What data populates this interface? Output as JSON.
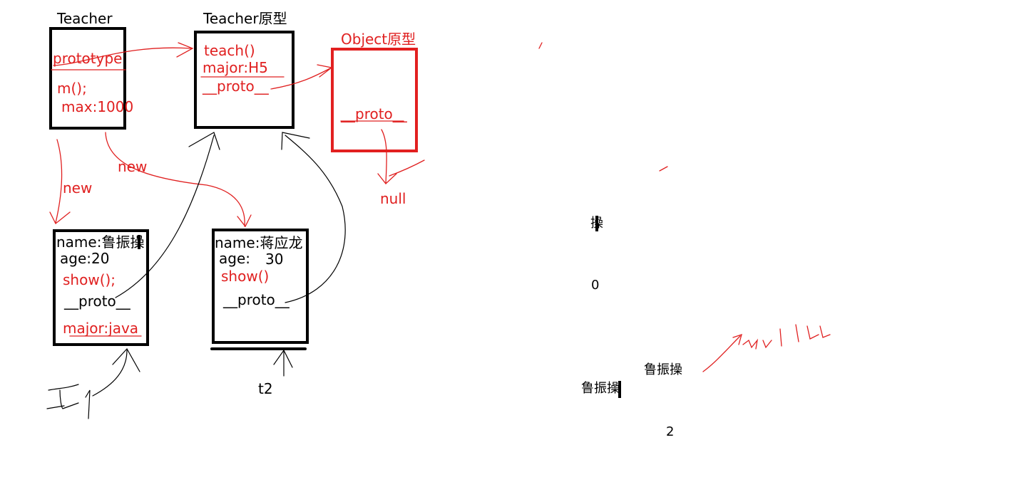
{
  "colors": {
    "ink": "#000000",
    "red": "#e02020",
    "box_red": "#e22020"
  },
  "teacher": {
    "title": "Teacher",
    "prototype": "prototype",
    "method": "m();",
    "prop": "max:1000"
  },
  "teacher_proto": {
    "title": "Teacher原型",
    "teach": "teach()",
    "major": "major:H5",
    "proto": "__proto__"
  },
  "object_proto": {
    "title": "Object原型",
    "proto": "__proto__",
    "null_label": "null"
  },
  "new_labels": [
    "new",
    "new"
  ],
  "instance1": {
    "name": "name:鲁振操",
    "age": "age:20",
    "show": "show();",
    "proto": "__proto__",
    "major": "major:java",
    "var_label": "t1"
  },
  "instance2": {
    "name": "name:蒋应龙",
    "age": "age:",
    "age_val": "30",
    "show": "show()",
    "proto": "__proto__",
    "var_label": "t2"
  },
  "outputs": {
    "line1": "操",
    "line2": "0",
    "line3": "鲁振操",
    "line4": "鲁振操",
    "line5": "2",
    "null_hand": "null"
  }
}
